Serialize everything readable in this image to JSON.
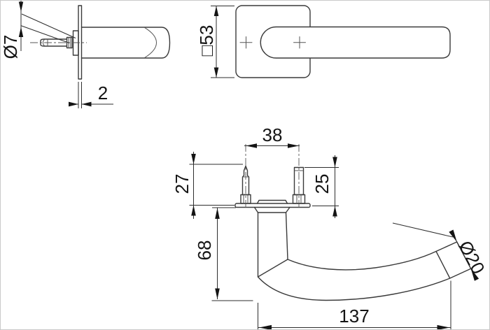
{
  "drawing": {
    "subject": "door-lever-handle-on-square-rosette-technical-drawing",
    "colors": {
      "outline": "#3a3a3a",
      "thin": "#555555",
      "dim": "#2e2e2e",
      "ink": "#141414",
      "bg": "#ffffff"
    },
    "views": {
      "side_view": {
        "name": "rosette-and-spindle-side-view",
        "dims": {
          "spindle_diameter": "Ø7",
          "rosette_thickness": "2"
        }
      },
      "top_view": {
        "name": "rosette-and-lever-top-view",
        "dims": {
          "rosette_square_size": "□53"
        }
      },
      "front_view": {
        "name": "handle-rear-view-with-fixing-screws",
        "dims": {
          "screw_spacing": "38",
          "screw_length_left": "27",
          "screw_length_right": "25",
          "neck_drop": "68",
          "lever_length": "137",
          "lever_tube_diameter": "Ø20"
        }
      }
    }
  }
}
